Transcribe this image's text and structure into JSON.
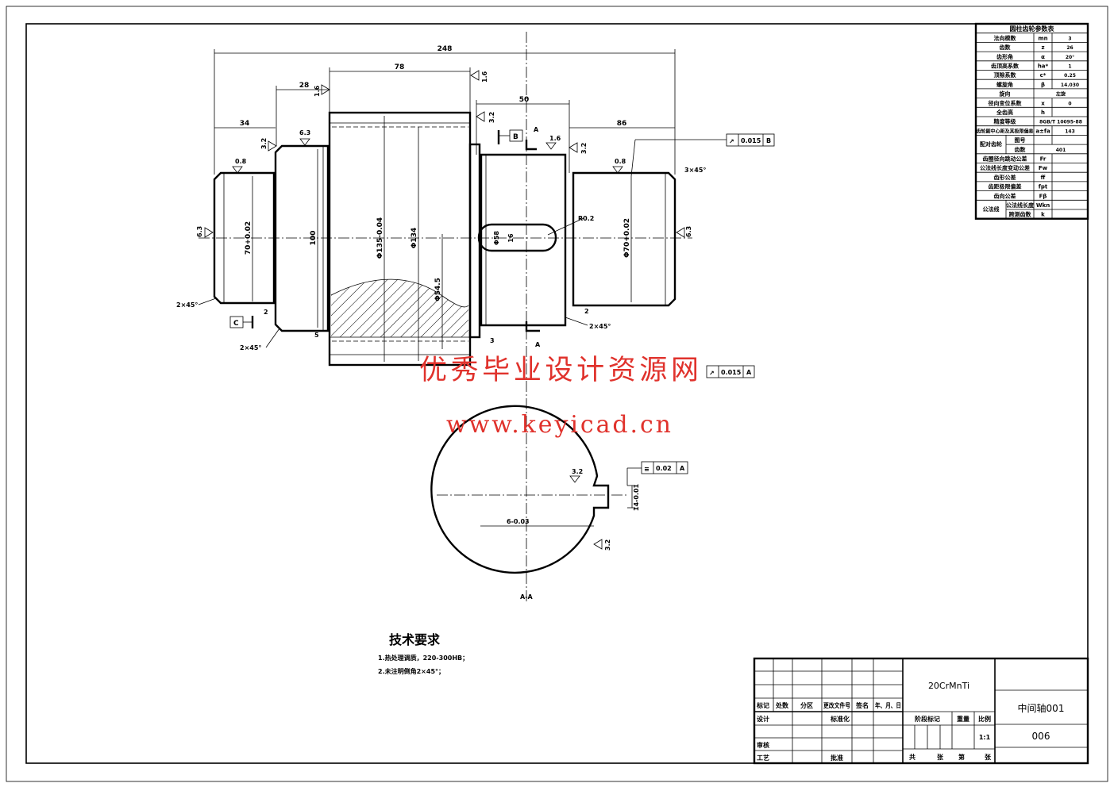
{
  "drawing": {
    "dimensions": {
      "overall_length": "248",
      "gear_width": "78",
      "shoulder_len": "28",
      "left_journal_len": "34",
      "right_seat_len": "50",
      "right_journal_len": "86",
      "gear_dia": "Φ135-0.04",
      "root_dia": "Φ134",
      "wave_dia": "Φ54.5",
      "bore_dia": "100",
      "left_dia": "70+0.02",
      "right_dia": "Φ70+0.02",
      "key_len": "Φ58",
      "key_width": "16",
      "chamfer_right": "3×45°",
      "chamfer_left": "2×45°",
      "chamfer_left2": "2×45°",
      "chamfer_mid": "2×45°",
      "r_key": "R0.2",
      "gap_2a": "2",
      "gap_2b": "2",
      "gap_3": "3",
      "gap_5": "5"
    },
    "roughness": {
      "r1": "0.8",
      "r2": "3.2",
      "r3": "6.3",
      "r4": "1.6",
      "r5": "1.6",
      "r6": "3.2",
      "r7": "1.6",
      "r8": "3.2",
      "r9": "0.8",
      "r10": "6.3",
      "r11": "6.3"
    },
    "datums": {
      "b": "B",
      "c": "C",
      "a_top": "A",
      "a_bottom": "A"
    },
    "tolerances": {
      "runout_b": {
        "value": "0.015",
        "datum": "B"
      },
      "runout_a": {
        "value": "0.015",
        "datum": "A"
      },
      "symmetry": {
        "value": "0.02",
        "datum": "A"
      }
    },
    "section": {
      "label": "A-A",
      "key_depth": "14-0.01",
      "key_dim": "6-0.03",
      "rough1": "3.2",
      "rough2": "3.2"
    }
  },
  "watermark": {
    "line1": "优秀毕业设计资源网",
    "line2": "www.keyicad.cn"
  },
  "tech_requirements": {
    "title": "技术要求",
    "items": [
      "1.热处理调质，220-300HB；",
      "2.未注明倒角2×45°；"
    ]
  },
  "param_table": {
    "title": "圆柱齿轮参数表",
    "rows": [
      {
        "name": "法向模数",
        "symbol": "mn",
        "value": "3"
      },
      {
        "name": "齿数",
        "symbol": "z",
        "value": "26"
      },
      {
        "name": "齿形角",
        "symbol": "α",
        "value": "20°"
      },
      {
        "name": "齿顶高系数",
        "symbol": "ha*",
        "value": "1"
      },
      {
        "name": "顶隙系数",
        "symbol": "c*",
        "value": "0.25"
      },
      {
        "name": "螺旋角",
        "symbol": "β",
        "value": "14.030"
      },
      {
        "name": "旋向",
        "symbol": "",
        "value": "左旋"
      },
      {
        "name": "径向变位系数",
        "symbol": "x",
        "value": "0"
      },
      {
        "name": "全齿高",
        "symbol": "h",
        "value": ""
      },
      {
        "name": "精度等级",
        "symbol": "",
        "value": "8GB/T 10095-88"
      },
      {
        "name": "齿轮副中心距及其极限偏差",
        "symbol": "a±fa",
        "value": "143"
      },
      {
        "name": "配对齿轮",
        "sub": "图号",
        "symbol": "",
        "value": ""
      },
      {
        "name": "",
        "sub": "齿数",
        "symbol": "",
        "value": "401"
      },
      {
        "name": "齿圈径向跳动公差",
        "symbol": "Fr",
        "value": ""
      },
      {
        "name": "公法线长度变动公差",
        "symbol": "Fw",
        "value": ""
      },
      {
        "name": "齿形公差",
        "symbol": "ff",
        "value": ""
      },
      {
        "name": "齿距极限偏差",
        "symbol": "fpt",
        "value": ""
      },
      {
        "name": "齿向公差",
        "symbol": "Fβ",
        "value": ""
      },
      {
        "name": "公法线",
        "sub": "公法线长度",
        "symbol": "Wkn",
        "value": ""
      },
      {
        "name": "",
        "sub": "跨测齿数",
        "symbol": "k",
        "value": ""
      }
    ]
  },
  "title_block": {
    "headers": [
      "标记",
      "处数",
      "分区",
      "更改文件号",
      "签名",
      "年、月、日"
    ],
    "design": "设计",
    "standardize": "标准化",
    "review": "审核",
    "process": "工艺",
    "approve": "批准",
    "material": "20CrMnTi",
    "stage_mark": "阶段标记",
    "weight": "重量",
    "scale_label": "比例",
    "scale": "1:1",
    "sheets": [
      "共",
      "张",
      "第",
      "张"
    ],
    "part_name": "中间轴001",
    "drawing_no": "006"
  }
}
